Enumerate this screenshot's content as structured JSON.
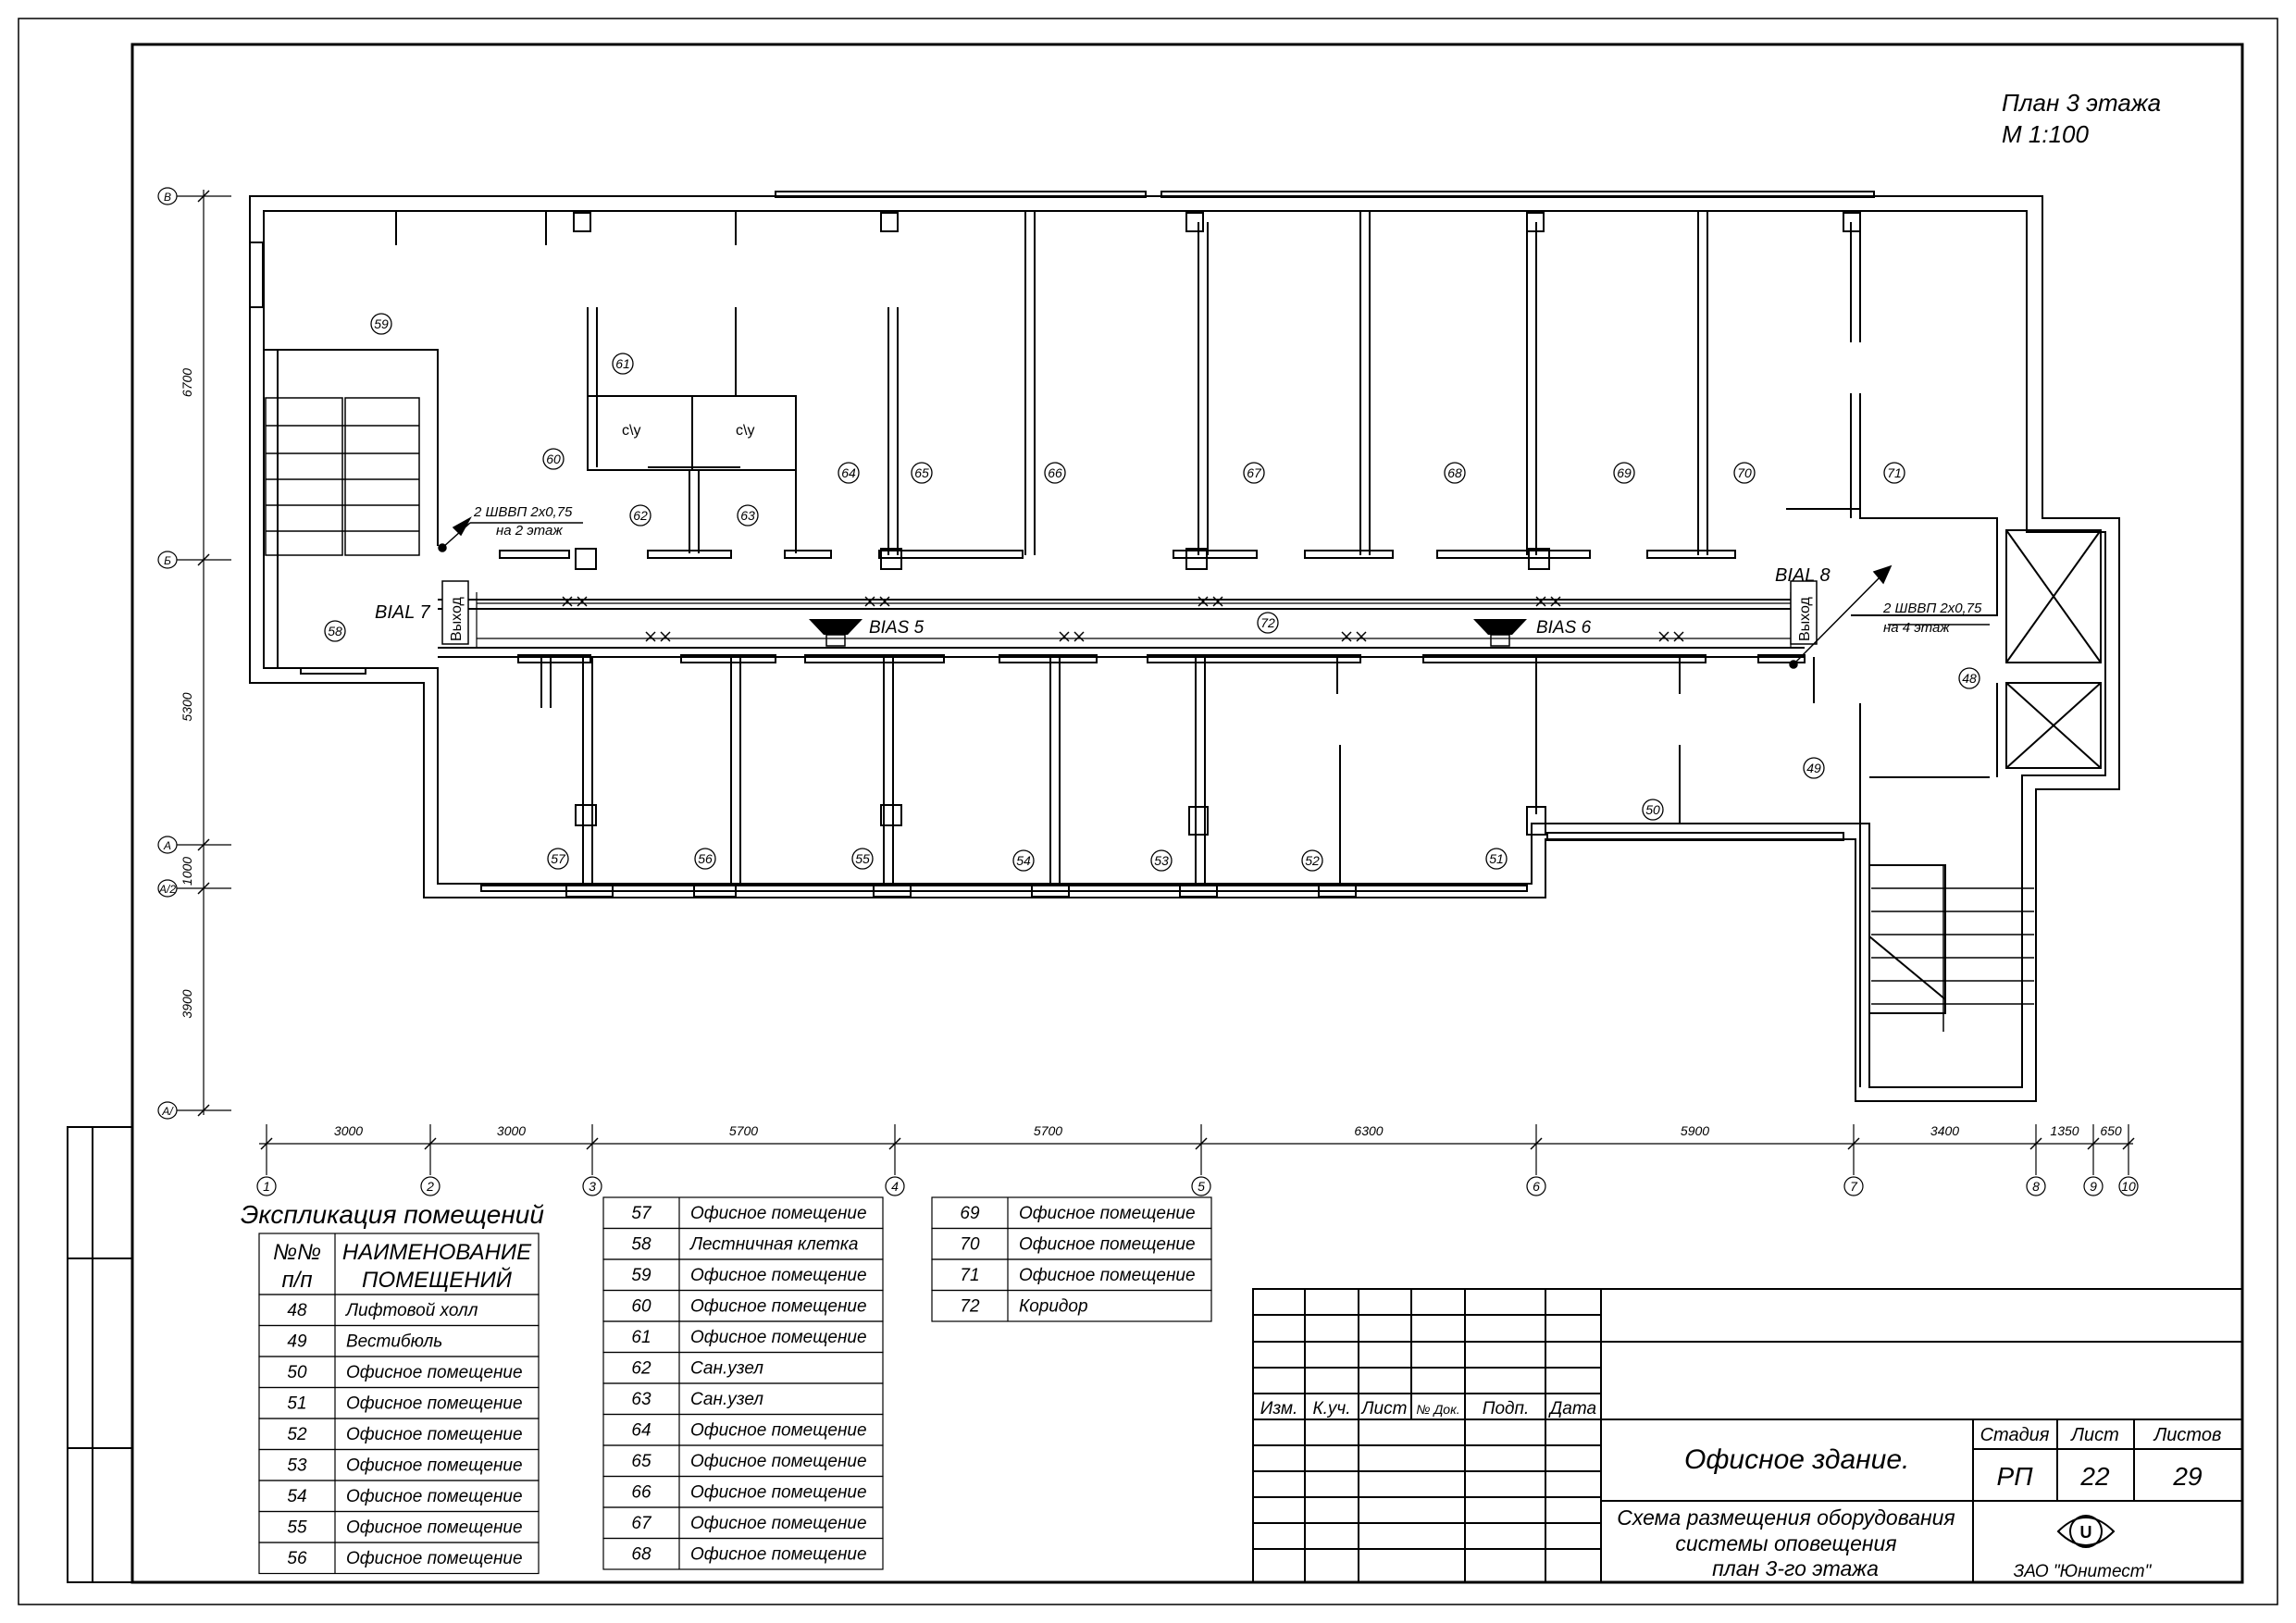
{
  "title": {
    "line1": "План 3 этажа",
    "line2": "М 1:100"
  },
  "axes": {
    "rows": [
      {
        "label": "В",
        "dim": "6700"
      },
      {
        "label": "Б",
        "dim": "5300"
      },
      {
        "label": "А",
        "dim": "1000"
      },
      {
        "label": "А/2",
        "dim": "3900"
      },
      {
        "label": "А/"
      }
    ],
    "cols": [
      {
        "label": "1",
        "dim": "3000"
      },
      {
        "label": "2",
        "dim": "3000"
      },
      {
        "label": "3",
        "dim": "5700"
      },
      {
        "label": "4",
        "dim": "5700"
      },
      {
        "label": "5",
        "dim": "6300"
      },
      {
        "label": "6",
        "dim": "5900"
      },
      {
        "label": "7",
        "dim": "3400"
      },
      {
        "label": "8",
        "dim": "1350"
      },
      {
        "label": "9",
        "dim": "650"
      },
      {
        "label": "10"
      }
    ]
  },
  "room_numbers": [
    "59",
    "61",
    "60",
    "62",
    "63",
    "64",
    "65",
    "66",
    "67",
    "68",
    "69",
    "70",
    "71",
    "58",
    "72",
    "48",
    "49",
    "50",
    "51",
    "52",
    "53",
    "54",
    "55",
    "56",
    "57"
  ],
  "wc_label": "с\\у",
  "devices": {
    "bial7": "BIAL 7",
    "bial8": "BIAL 8",
    "bias5": "BIAS 5",
    "bias6": "BIAS 6",
    "exit": "Выход",
    "cable1": {
      "line1": "2 ШВВП 2х0,75",
      "line2": "на 2 этаж"
    },
    "cable2": {
      "line1": "2 ШВВП 2х0,75",
      "line2": "на 4 этаж"
    }
  },
  "explication": {
    "title": "Экспликация помещений",
    "header": {
      "num": "№№\nп/п",
      "name": "НАИМЕНОВАНИЕ\nПОМЕЩЕНИЙ"
    },
    "table1": [
      [
        "48",
        "Лифтовой холл"
      ],
      [
        "49",
        "Вестибюль"
      ],
      [
        "50",
        "Офисное помещение"
      ],
      [
        "51",
        "Офисное помещение"
      ],
      [
        "52",
        "Офисное помещение"
      ],
      [
        "53",
        "Офисное помещение"
      ],
      [
        "54",
        "Офисное помещение"
      ],
      [
        "55",
        "Офисное помещение"
      ],
      [
        "56",
        "Офисное помещение"
      ]
    ],
    "table2": [
      [
        "57",
        "Офисное помещение"
      ],
      [
        "58",
        "Лестничная клетка"
      ],
      [
        "59",
        "Офисное помещение"
      ],
      [
        "60",
        "Офисное помещение"
      ],
      [
        "61",
        "Офисное помещение"
      ],
      [
        "62",
        "Сан.узел"
      ],
      [
        "63",
        "Сан.узел"
      ],
      [
        "64",
        "Офисное помещение"
      ],
      [
        "65",
        "Офисное помещение"
      ],
      [
        "66",
        "Офисное помещение"
      ],
      [
        "67",
        "Офисное помещение"
      ],
      [
        "68",
        "Офисное помещение"
      ]
    ],
    "table3": [
      [
        "69",
        "Офисное помещение"
      ],
      [
        "70",
        "Офисное помещение"
      ],
      [
        "71",
        "Офисное помещение"
      ],
      [
        "72",
        "Коридор"
      ]
    ]
  },
  "stamp": {
    "cols": [
      "Изм.",
      "К.уч.",
      "Лист",
      "№ Док.",
      "Подп.",
      "Дата"
    ],
    "project": "Офисное здание.",
    "stage_h": "Стадия",
    "sheet_h": "Лист",
    "sheets_h": "Листов",
    "stage": "РП",
    "sheet": "22",
    "sheets": "29",
    "desc": [
      "Схема размещения оборудования",
      "системы оповещения",
      "план 3-го  этажа"
    ],
    "company": "ЗАО \"Юнитест\""
  }
}
